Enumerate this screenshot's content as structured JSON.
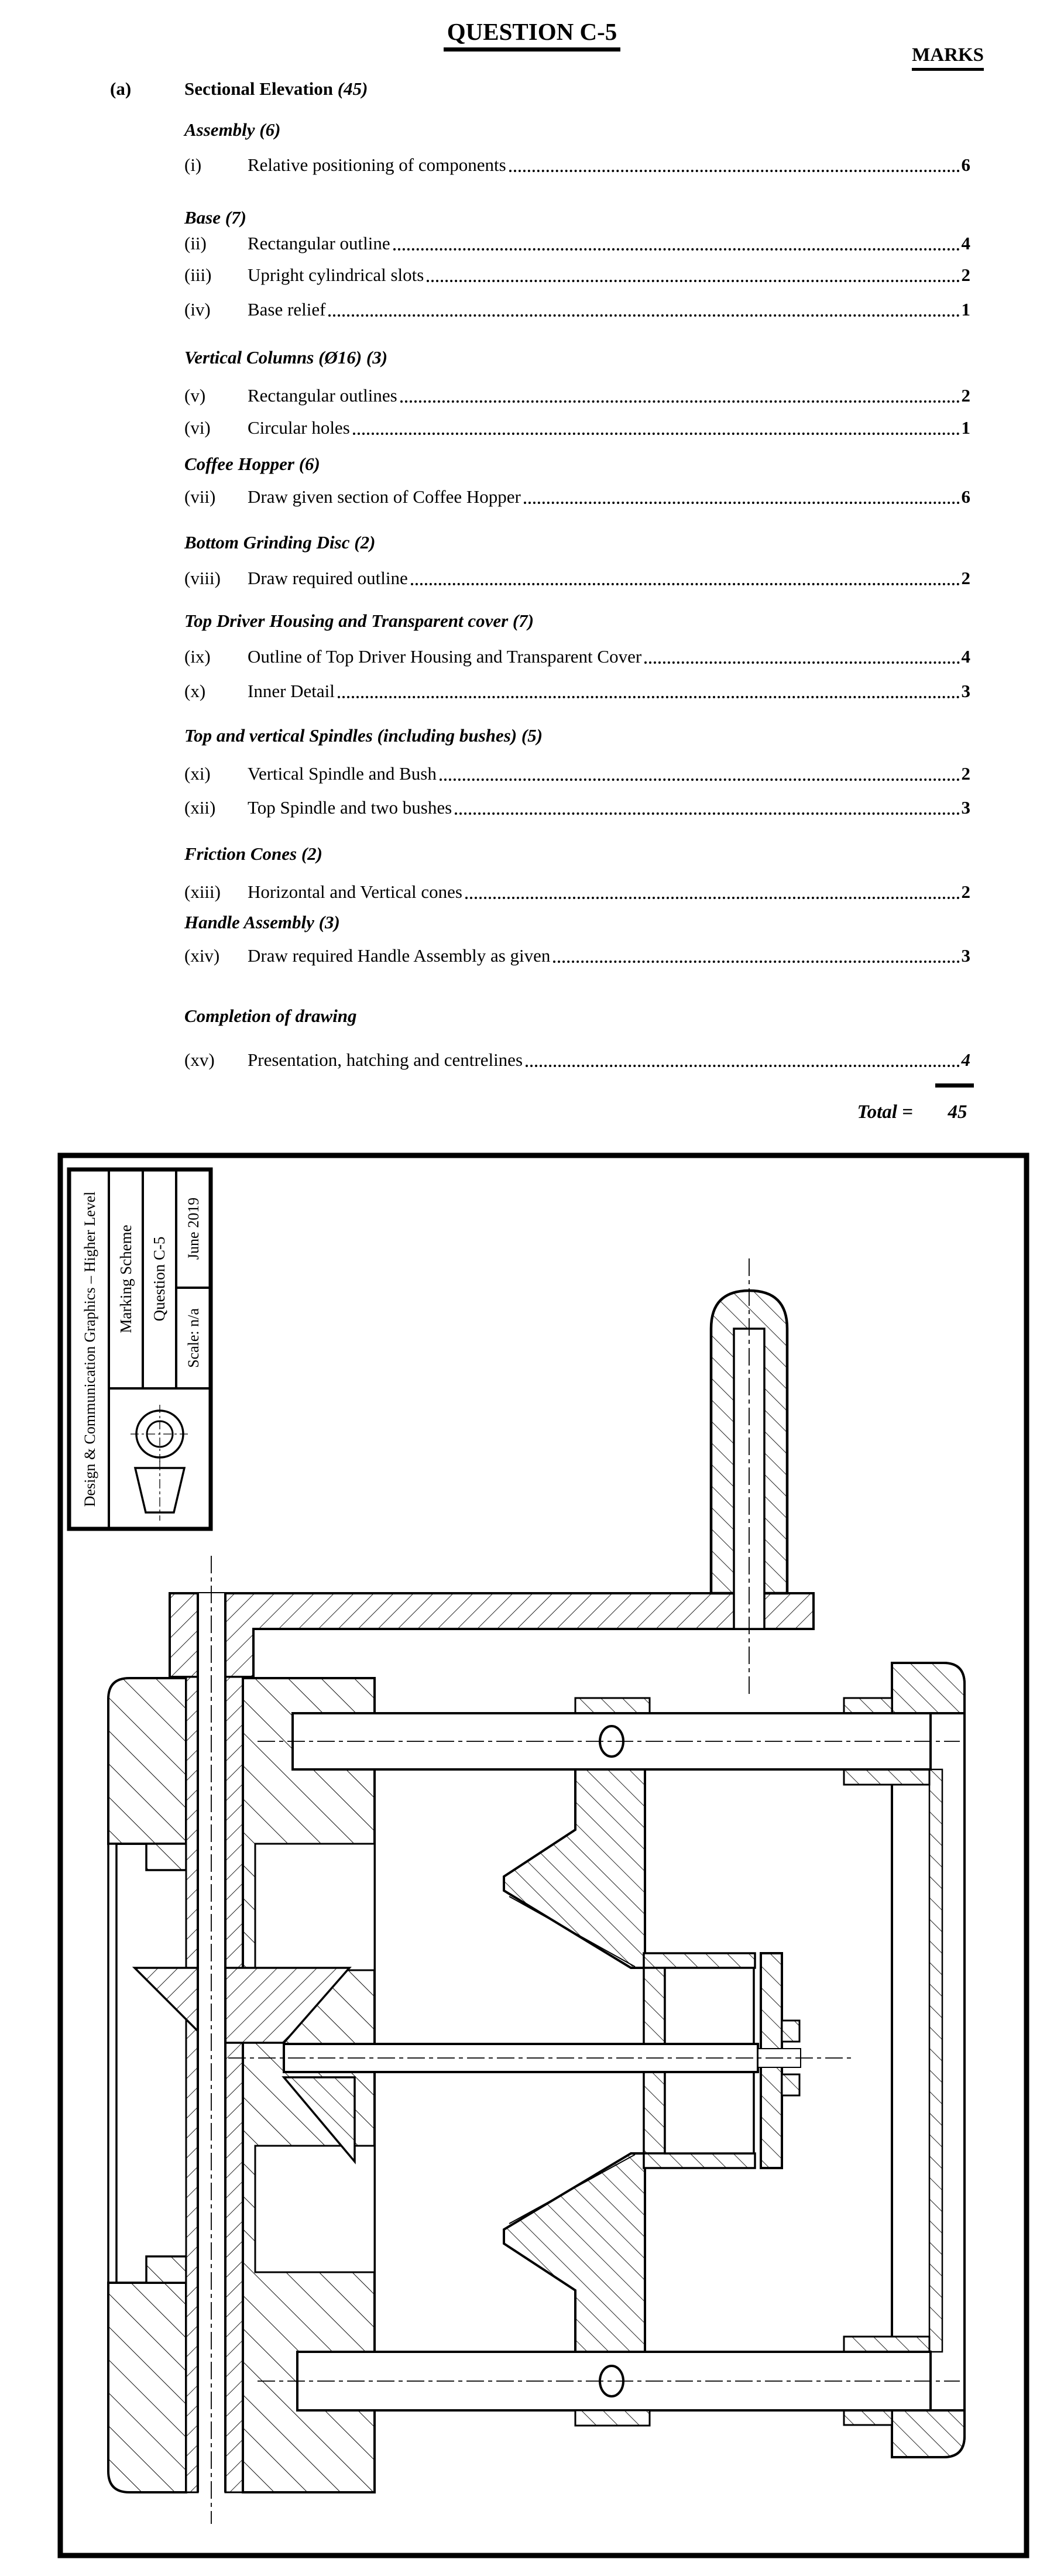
{
  "page": {
    "title": "QUESTION C-5",
    "marks_header": "MARKS",
    "background_color": "#ffffff",
    "line_color": "#000000"
  },
  "marking_scheme": {
    "part_label": "(a)",
    "part_title": "Sectional Elevation",
    "part_marks": "(45)",
    "groups": [
      {
        "heading": "Assembly (6)",
        "items": [
          {
            "num": "(i)",
            "text": "Relative positioning of components",
            "marks": "6"
          }
        ]
      },
      {
        "heading": "Base (7)",
        "items": [
          {
            "num": "(ii)",
            "text": "Rectangular outline",
            "marks": "4"
          },
          {
            "num": "(iii)",
            "text": "Upright cylindrical slots",
            "marks": "2"
          },
          {
            "num": "(iv)",
            "text": "Base relief",
            "marks": "1"
          }
        ]
      },
      {
        "heading": "Vertical Columns (Ø16) (3)",
        "items": [
          {
            "num": "(v)",
            "text": "Rectangular outlines",
            "marks": "2"
          },
          {
            "num": "(vi)",
            "text": "Circular holes",
            "marks": "1"
          }
        ]
      },
      {
        "heading": "Coffee Hopper (6)",
        "items": [
          {
            "num": "(vii)",
            "text": "Draw given section of Coffee Hopper",
            "marks": "6"
          }
        ]
      },
      {
        "heading": "Bottom Grinding Disc (2)",
        "items": [
          {
            "num": "(viii)",
            "text": "Draw required outline",
            "marks": "2"
          }
        ]
      },
      {
        "heading": "Top Driver Housing and Transparent cover (7)",
        "items": [
          {
            "num": "(ix)",
            "text": "Outline of Top Driver Housing and Transparent Cover",
            "marks": "4"
          },
          {
            "num": "(x)",
            "text": "Inner Detail",
            "marks": "3"
          }
        ]
      },
      {
        "heading": "Top and vertical Spindles (including bushes) (5)",
        "items": [
          {
            "num": "(xi)",
            "text": "Vertical Spindle and Bush",
            "marks": "2"
          },
          {
            "num": "(xii)",
            "text": "Top Spindle and two bushes",
            "marks": "3"
          }
        ]
      },
      {
        "heading": "Friction Cones (2)",
        "items": [
          {
            "num": "(xiii)",
            "text": "Horizontal and Vertical cones",
            "marks": "2"
          }
        ]
      },
      {
        "heading": "Handle Assembly (3)",
        "items": [
          {
            "num": "(xiv)",
            "text": "Draw required Handle Assembly as given",
            "marks": "3"
          }
        ]
      },
      {
        "heading": "Completion of drawing",
        "items": [
          {
            "num": "(xv)",
            "text": "Presentation, hatching and centrelines",
            "marks": "4"
          }
        ]
      }
    ],
    "total_label": "Total =",
    "total_value": "45"
  },
  "title_block": {
    "course": "Design & Communication Graphics – Higher Level",
    "doc_type": "Marking Scheme",
    "question": "Question C-5",
    "date": "June 2019",
    "scale": "Scale: n/a",
    "icons": [
      "projection-symbol-front-icon",
      "projection-symbol-cone-icon"
    ]
  }
}
